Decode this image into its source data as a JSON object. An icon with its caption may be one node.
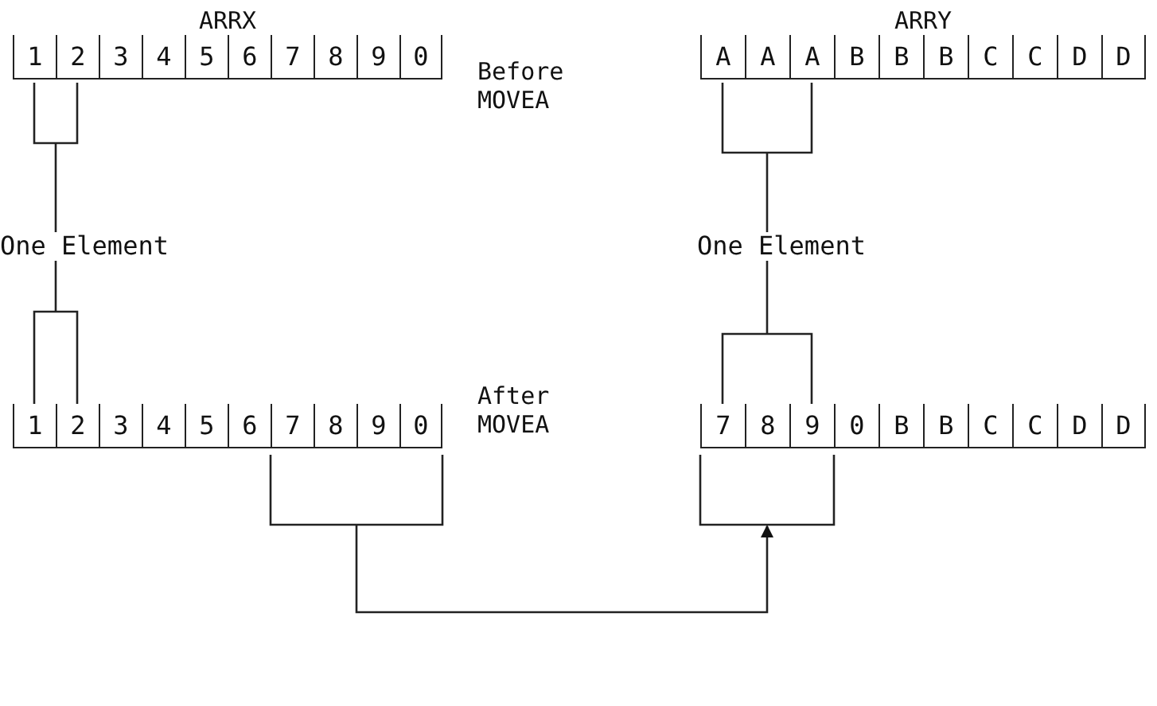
{
  "diagram": {
    "nodes": [
      {
        "text": [
          "ARRX"
        ]
      },
      {
        "text": [
          "1"
        ],
        "in": 0
      },
      {
        "text": [
          "2"
        ],
        "in": 0
      },
      {
        "text": [
          "3"
        ],
        "in": 0
      },
      {
        "text": [
          "4"
        ],
        "in": 0
      },
      {
        "text": [
          "5"
        ],
        "in": 0
      },
      {
        "text": [
          "6"
        ],
        "in": 0
      },
      {
        "text": [
          "7"
        ],
        "in": 0
      },
      {
        "text": [
          "8"
        ],
        "in": 0
      },
      {
        "text": [
          "9"
        ],
        "in": 0
      },
      {
        "text": [
          "0"
        ],
        "in": 0
      },
      {
        "text": [
          "ARRY"
        ]
      },
      {
        "text": [
          "A"
        ],
        "in": 11
      },
      {
        "text": [
          "A"
        ],
        "in": 11
      },
      {
        "text": [
          "A"
        ],
        "in": 11
      },
      {
        "text": [
          "B"
        ],
        "in": 11
      },
      {
        "text": [
          "B"
        ],
        "in": 11
      },
      {
        "text": [
          "B"
        ],
        "in": 11
      },
      {
        "text": [
          "C"
        ],
        "in": 11
      },
      {
        "text": [
          "C"
        ],
        "in": 11
      },
      {
        "text": [
          "D"
        ],
        "in": 11
      },
      {
        "text": [
          "D"
        ],
        "in": 11
      },
      {
        "text": [
          "One Element"
        ]
      },
      {
        "text": [
          "One Element"
        ]
      },
      {
        "text": [
          "1"
        ]
      },
      {
        "text": [
          "2"
        ]
      },
      {
        "text": [
          "3"
        ]
      },
      {
        "text": [
          "4"
        ]
      },
      {
        "text": [
          "5"
        ]
      },
      {
        "text": [
          "6"
        ]
      },
      {
        "text": [
          "7"
        ]
      },
      {
        "text": [
          "8"
        ]
      },
      {
        "text": [
          "9"
        ]
      },
      {
        "text": [
          "0"
        ]
      },
      {
        "text": [
          "7"
        ]
      },
      {
        "text": [
          "8"
        ]
      },
      {
        "text": [
          "9"
        ]
      },
      {
        "text": [
          "0"
        ]
      },
      {
        "text": [
          "B"
        ]
      },
      {
        "text": [
          "B"
        ]
      },
      {
        "text": [
          "C"
        ]
      },
      {
        "text": [
          "C"
        ]
      },
      {
        "text": [
          "D"
        ]
      },
      {
        "text": [
          "D"
        ]
      },
      {
        "text": [],
        "shape": "bracket"
      },
      {
        "text": [],
        "shape": "bracket"
      },
      {
        "text": [],
        "shape": "bracket"
      },
      {
        "text": [],
        "shape": "bracket"
      },
      {
        "text": [],
        "shape": "bracket"
      },
      {
        "text": [],
        "shape": "bracket"
      }
    ],
    "edges": [
      {
        "from": 22,
        "to": 44,
        "arrow": "none"
      },
      {
        "from": 22,
        "to": 45,
        "arrow": "none"
      },
      {
        "from": 23,
        "to": 46,
        "arrow": "none"
      },
      {
        "from": 23,
        "to": 47,
        "arrow": "none"
      },
      {
        "from": 48,
        "to": 49,
        "arrow": "to"
      }
    ],
    "labels": [
      "Before MOVEA",
      "After MOVEA"
    ]
  }
}
